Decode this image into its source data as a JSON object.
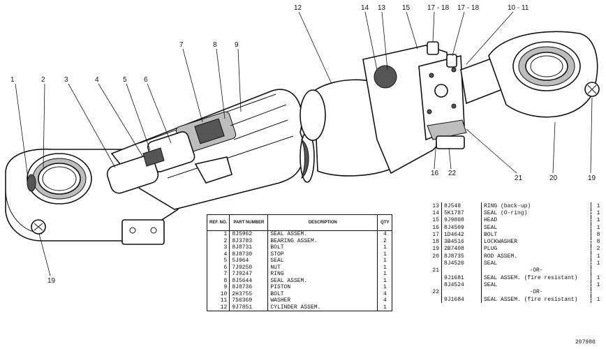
{
  "callouts": [
    "1",
    "2",
    "3",
    "4",
    "5",
    "6",
    "7",
    "8",
    "9",
    "12",
    "14",
    "13",
    "15",
    "17 - 18",
    "17 - 18",
    "10 - 11",
    "16",
    "22",
    "21",
    "20",
    "19",
    "19"
  ],
  "table1": {
    "headers": {
      "ref": "REF. NO.",
      "part": "PART NUMBER",
      "desc": "DESCRIPTION",
      "qty": "QTY"
    },
    "rows": [
      {
        "ref": "1",
        "part": "8J5962",
        "desc": "SEAL ASSEM.",
        "qty": "4"
      },
      {
        "ref": "2",
        "part": "8J3783",
        "desc": "BEARING ASSEM.",
        "qty": "2"
      },
      {
        "ref": "3",
        "part": "8J8731",
        "desc": "BOLT",
        "qty": "1"
      },
      {
        "ref": "4",
        "part": "8J8730",
        "desc": "STOP",
        "qty": "1"
      },
      {
        "ref": "5",
        "part": "5J964",
        "desc": "SEAL",
        "qty": "1"
      },
      {
        "ref": "6",
        "part": "7J9250",
        "desc": "NUT",
        "qty": "1"
      },
      {
        "ref": "7",
        "part": "7J9247",
        "desc": "RING",
        "qty": "1"
      },
      {
        "ref": "8",
        "part": "8J5644",
        "desc": "SEAL ASSEM.",
        "qty": "1"
      },
      {
        "ref": "9",
        "part": "8J8736",
        "desc": "PISTON",
        "qty": "1"
      },
      {
        "ref": "10",
        "part": "2H3755",
        "desc": "BOLT",
        "qty": "4"
      },
      {
        "ref": "11",
        "part": "7S6369",
        "desc": "WASHER",
        "qty": "4"
      },
      {
        "ref": "12",
        "part": "9J7851",
        "desc": "CYLINDER ASSEM.",
        "qty": "1"
      }
    ]
  },
  "table2": {
    "rows": [
      {
        "ref": "13",
        "part": "8J548",
        "desc": "RING (back-up)",
        "qty": "1"
      },
      {
        "ref": "14",
        "part": "5K1787",
        "desc": "SEAL (O-ring)",
        "qty": "1"
      },
      {
        "ref": "15",
        "part": "9J9808",
        "desc": "HEAD",
        "qty": "1"
      },
      {
        "ref": "16",
        "part": "8J4509",
        "desc": "SEAL",
        "qty": "1"
      },
      {
        "ref": "17",
        "part": "1D4642",
        "desc": "BOLT",
        "qty": "8"
      },
      {
        "ref": "18",
        "part": "3B4516",
        "desc": "LOCKWASHER",
        "qty": "8"
      },
      {
        "ref": "19",
        "part": "2B7408",
        "desc": "PLUG",
        "qty": "2"
      },
      {
        "ref": "20",
        "part": "8J8735",
        "desc": "ROD ASSEM.",
        "qty": "1"
      },
      {
        "ref": "",
        "part": "8J4520",
        "desc": "SEAL",
        "qty": "1"
      },
      {
        "ref": "21",
        "part": "",
        "desc": "-OR-",
        "qty": "",
        "or": true
      },
      {
        "ref": "",
        "part": "9J1681",
        "desc": "SEAL ASSEM. (fire resistant)",
        "qty": "1"
      },
      {
        "ref": "",
        "part": "8J4524",
        "desc": "SEAL",
        "qty": "1"
      },
      {
        "ref": "22",
        "part": "",
        "desc": "-OR-",
        "qty": "",
        "or": true
      },
      {
        "ref": "",
        "part": "9J1684",
        "desc": "SEAL ASSEM. (fire resistant)",
        "qty": "1"
      }
    ]
  },
  "illustration_id": "207980"
}
